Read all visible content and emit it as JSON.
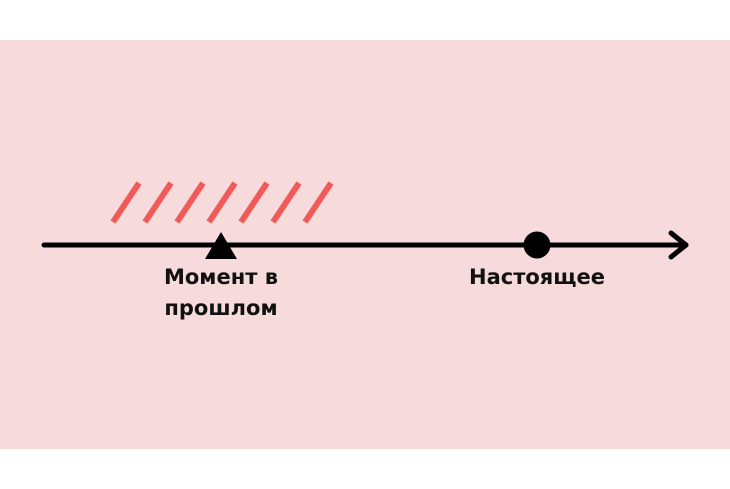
{
  "labels": {
    "past_line1": "Момент в",
    "past_line2": "прошлом",
    "present": "Настоящее"
  },
  "colors": {
    "background": "#f7dadb",
    "hatch": "#f25a5a",
    "line": "#000000"
  }
}
